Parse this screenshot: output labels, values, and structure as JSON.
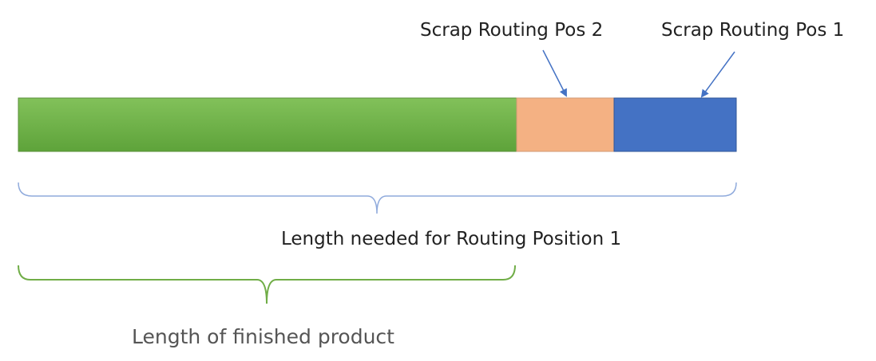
{
  "labels": {
    "scrap_pos_2": "Scrap Routing Pos 2",
    "scrap_pos_1": "Scrap Routing Pos 1",
    "length_routing_pos_1": "Length needed for Routing Position 1",
    "length_finished_product": "Length of finished product"
  },
  "segments": [
    {
      "name": "finished-product",
      "color": "#70ad47"
    },
    {
      "name": "scrap-routing-pos-2",
      "color": "#f4b183"
    },
    {
      "name": "scrap-routing-pos-1",
      "color": "#4472c4"
    }
  ],
  "colors": {
    "routing_brace": "#8faadc",
    "finished_brace": "#70ad47",
    "arrow": "#4472c4"
  }
}
